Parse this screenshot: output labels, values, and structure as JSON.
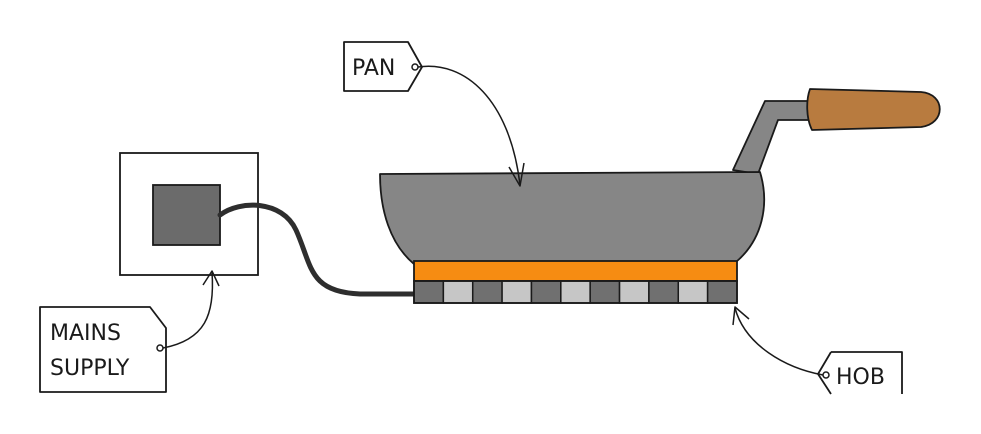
{
  "labels": {
    "pan": "PAN",
    "mains_line1": "MAINS",
    "mains_line2": "SUPPLY",
    "hob": "HOB"
  },
  "colors": {
    "pan_body": "#868686",
    "outline": "#1a1a1a",
    "handle_wood": "#b87b3f",
    "hob_heater": "#f68c12",
    "tile_dark": "#707070",
    "tile_light": "#c6c6c6",
    "socket_face": "#6b6b6b",
    "cable": "#2e2e2e"
  },
  "icons": [
    "socket-icon",
    "pan-icon",
    "hob-icon",
    "cable-icon"
  ]
}
